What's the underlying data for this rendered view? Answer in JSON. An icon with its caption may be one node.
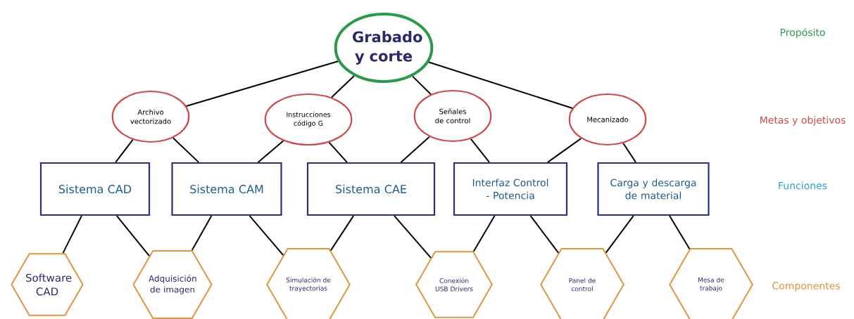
{
  "diagram": {
    "nodes": [
      {
        "text": [
          "Grabado y corte"
        ]
      },
      {
        "text": [
          "Archivo vectorizado"
        ]
      },
      {
        "text": [
          "Instrucciones código G"
        ]
      },
      {
        "text": [
          "Señales de control"
        ]
      },
      {
        "text": [
          "Mecanizado"
        ]
      },
      {
        "text": [
          "Sistema CAD"
        ]
      },
      {
        "text": [
          "Sistema CAM"
        ]
      },
      {
        "text": [
          "Sistema CAE"
        ]
      },
      {
        "text": [
          "Interfaz Control - Potencia"
        ]
      },
      {
        "text": [
          "Carga y descarga de material"
        ]
      },
      {
        "text": [
          "Software CAD"
        ]
      },
      {
        "text": [
          "Adquisición de imagen"
        ]
      },
      {
        "text": [
          "Simulación de trayectorias"
        ]
      },
      {
        "text": [
          "Conexión USB Drivers"
        ]
      },
      {
        "text": [
          "Panel de control"
        ]
      },
      {
        "text": [
          "Mesa de trabajo"
        ]
      }
    ],
    "edges": [
      {
        "from": 0,
        "to": 1,
        "arrow": "none"
      },
      {
        "from": 0,
        "to": 2,
        "arrow": "none"
      },
      {
        "from": 0,
        "to": 3,
        "arrow": "none"
      },
      {
        "from": 0,
        "to": 4,
        "arrow": "none"
      },
      {
        "from": 1,
        "to": 5,
        "arrow": "none"
      },
      {
        "from": 1,
        "to": 6,
        "arrow": "none"
      },
      {
        "from": 2,
        "to": 6,
        "arrow": "none"
      },
      {
        "from": 2,
        "to": 7,
        "arrow": "none"
      },
      {
        "from": 3,
        "to": 7,
        "arrow": "none"
      },
      {
        "from": 3,
        "to": 8,
        "arrow": "none"
      },
      {
        "from": 4,
        "to": 8,
        "arrow": "none"
      },
      {
        "from": 4,
        "to": 9,
        "arrow": "none"
      },
      {
        "from": 5,
        "to": 10,
        "arrow": "none"
      },
      {
        "from": 5,
        "to": 11,
        "arrow": "none"
      },
      {
        "from": 6,
        "to": 11,
        "arrow": "none"
      },
      {
        "from": 6,
        "to": 12,
        "arrow": "none"
      },
      {
        "from": 7,
        "to": 12,
        "arrow": "none"
      },
      {
        "from": 7,
        "to": 13,
        "arrow": "none"
      },
      {
        "from": 8,
        "to": 13,
        "arrow": "none"
      },
      {
        "from": 8,
        "to": 14,
        "arrow": "none"
      },
      {
        "from": 9,
        "to": 14,
        "arrow": "none"
      },
      {
        "from": 9,
        "to": 15,
        "arrow": "none"
      }
    ],
    "labels": [
      "Propósito",
      "Metas y objetivos",
      "Funciones",
      "Componentes"
    ]
  }
}
